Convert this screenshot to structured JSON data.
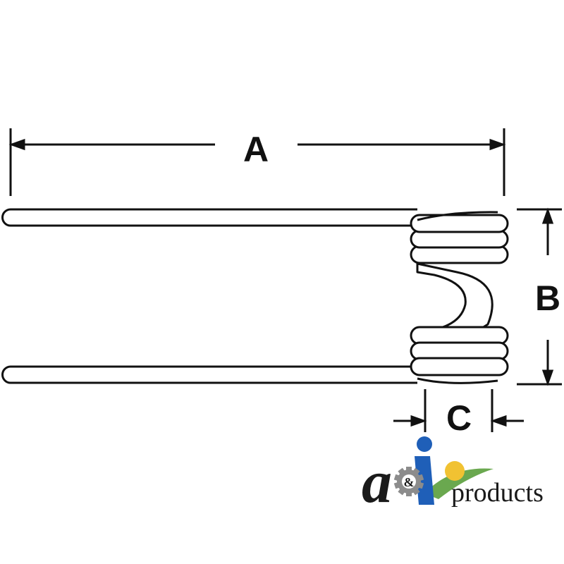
{
  "diagram": {
    "labels": {
      "overall_length": "A",
      "coil_spacing": "B",
      "coil_width": "C"
    }
  },
  "logo": {
    "brand_word": "products",
    "mark_a": "a",
    "mark_i": "i",
    "mark_ampersand": "&",
    "colors": {
      "blue": "#1f5fb8",
      "green": "#6aa84f",
      "yellow": "#f1c232",
      "gear": "#8c8c8c"
    }
  }
}
